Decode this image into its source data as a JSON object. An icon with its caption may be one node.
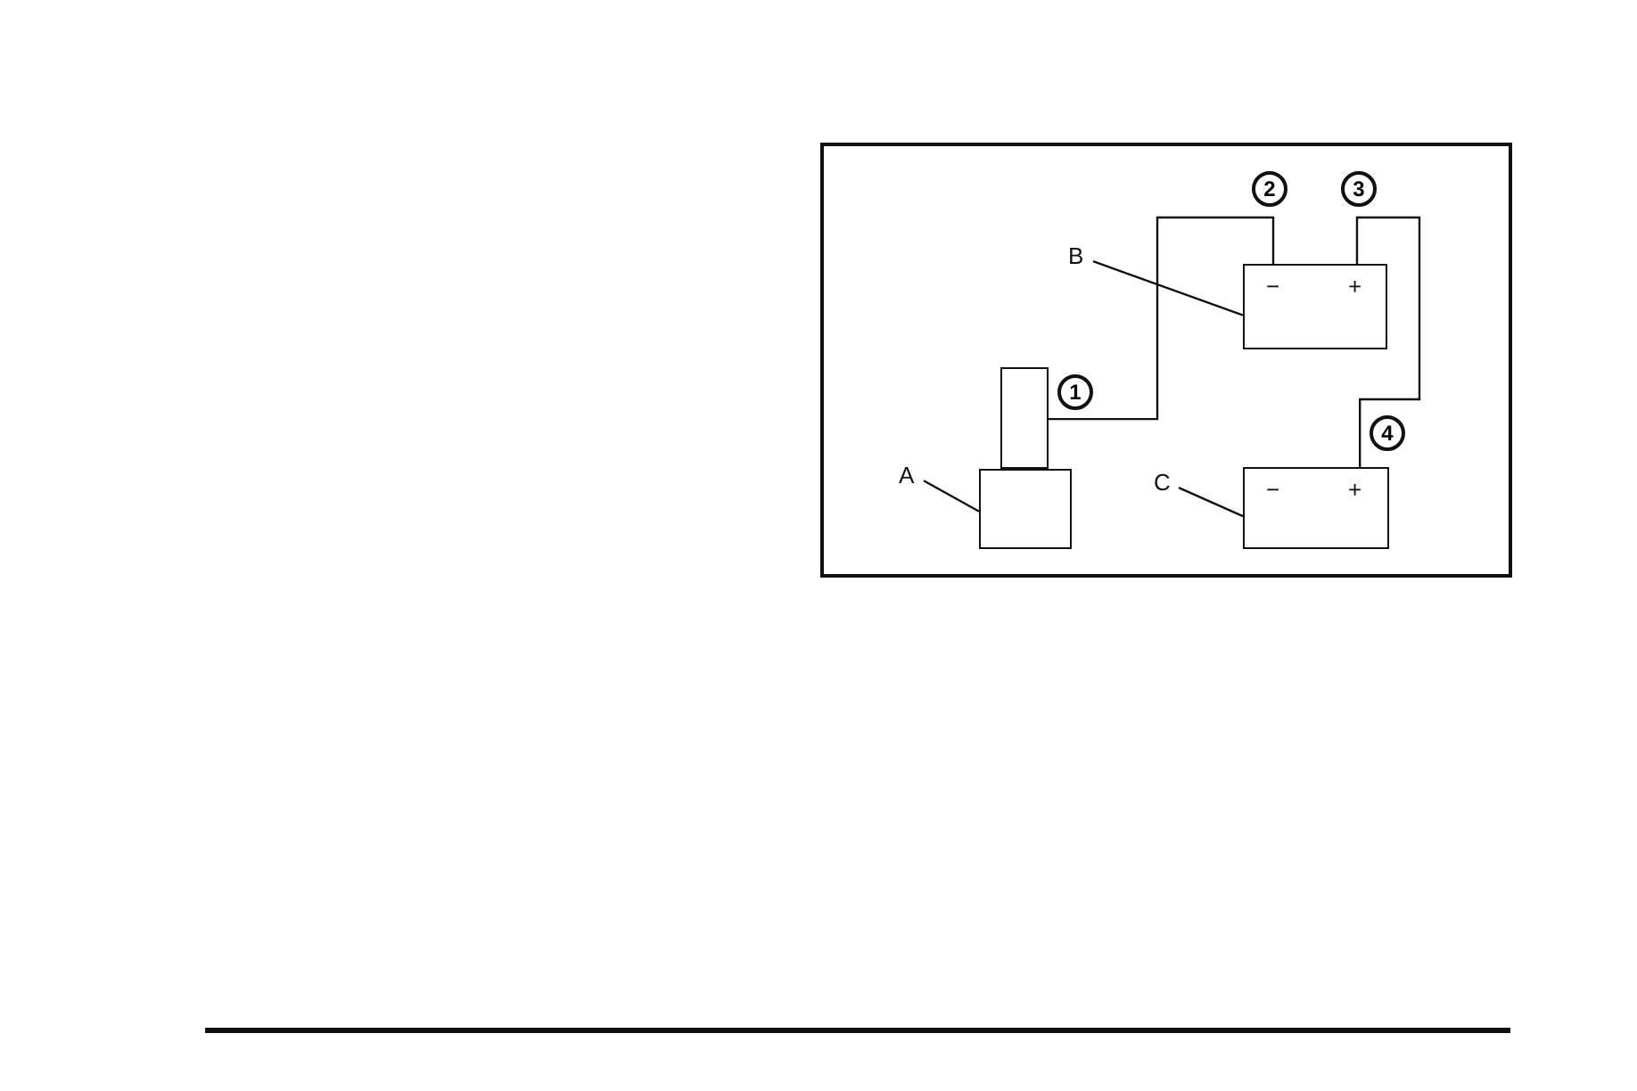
{
  "diagram": {
    "nodes": [
      {
        "text": [
          "A"
        ]
      },
      {
        "text": [],
        "shape": "box"
      },
      {
        "text": [
          "B"
        ]
      },
      {
        "text": [
          "−",
          "+"
        ]
      },
      {
        "text": [
          "C"
        ]
      },
      {
        "text": [
          "−",
          "+"
        ]
      },
      {
        "text": [],
        "shape": "box"
      }
    ],
    "edges": [
      {
        "from": 0,
        "to": 6,
        "arrow": "none"
      },
      {
        "from": 2,
        "to": 3,
        "arrow": "none"
      },
      {
        "from": 4,
        "to": 5,
        "arrow": "none"
      },
      {
        "from": 1,
        "to": 3,
        "arrow": "none"
      },
      {
        "from": 3,
        "to": 5,
        "arrow": "none"
      }
    ],
    "labels": [
      "1",
      "2",
      "3",
      "4"
    ]
  }
}
